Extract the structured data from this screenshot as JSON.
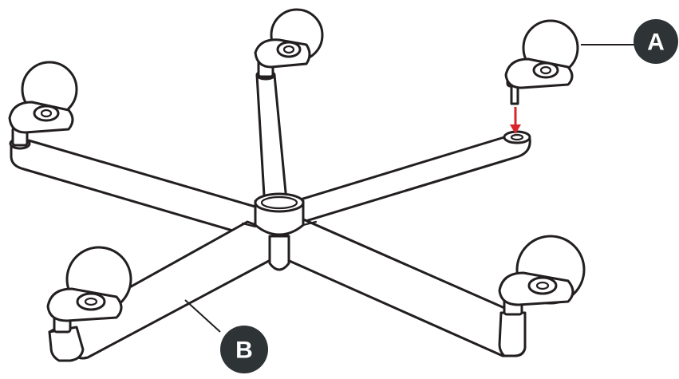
{
  "colors": {
    "line": "#231f20",
    "callout_fill": "#2e3435",
    "callout_text": "#ffffff",
    "arrow": "#d7252b",
    "background": "#ffffff"
  },
  "callouts": {
    "a": {
      "label": "A",
      "icon": "caster-wheel"
    },
    "b": {
      "label": "B",
      "icon": "five-star-base"
    }
  }
}
